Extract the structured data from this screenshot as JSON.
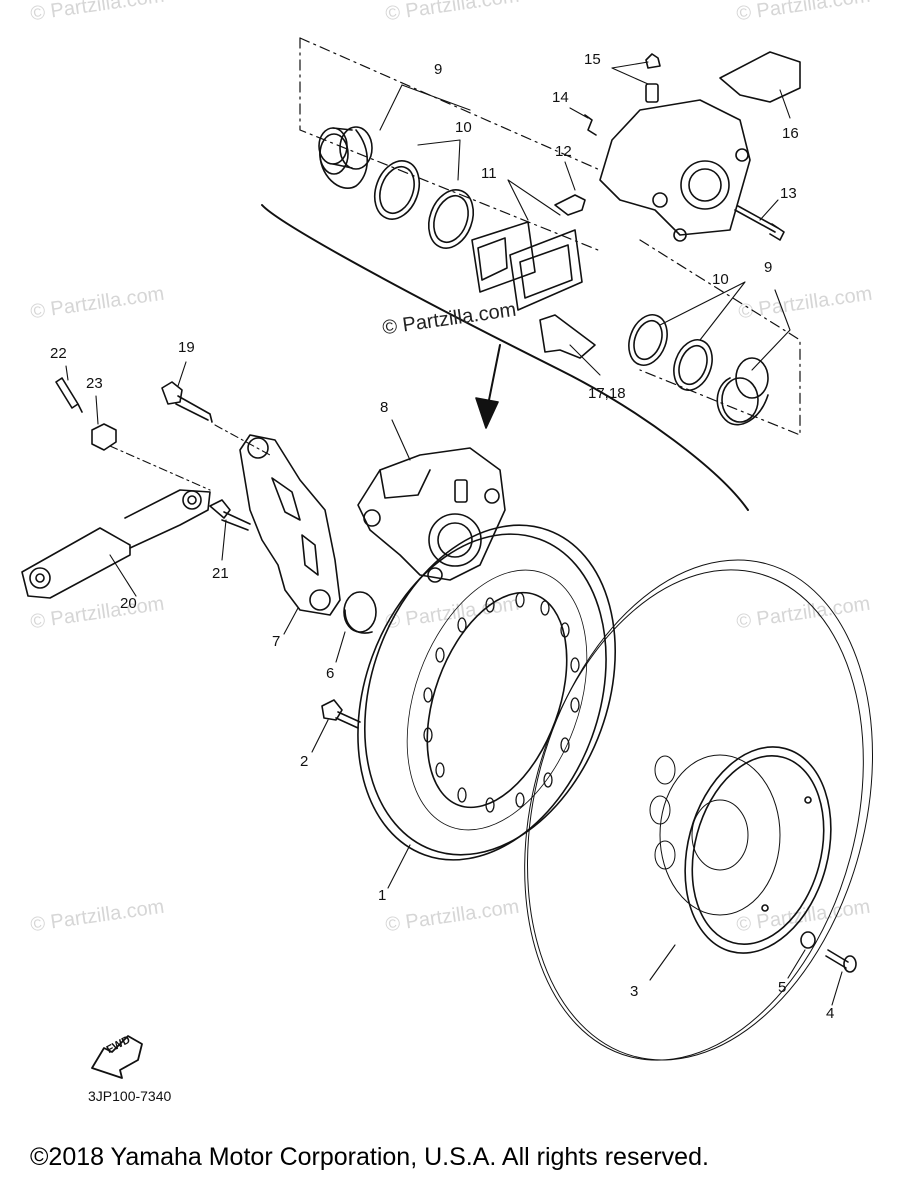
{
  "watermark": "© Partzilla.com",
  "center_watermark": "© Partzilla.com",
  "fwd_label": "FWD",
  "diagram_code": "3JP100-7340",
  "copyright": "©2018  Yamaha Motor Corporation, U.S.A. All rights reserved.",
  "callouts": {
    "c1": "1",
    "c2": "2",
    "c3": "3",
    "c4": "4",
    "c5": "5",
    "c6": "6",
    "c7": "7",
    "c8": "8",
    "c9a": "9",
    "c9b": "9",
    "c10a": "10",
    "c10b": "10",
    "c11": "11",
    "c12": "12",
    "c13": "13",
    "c14": "14",
    "c15": "15",
    "c16": "16",
    "c1718": "17,18",
    "c19": "19",
    "c20": "20",
    "c21": "21",
    "c22": "22",
    "c23": "23"
  }
}
